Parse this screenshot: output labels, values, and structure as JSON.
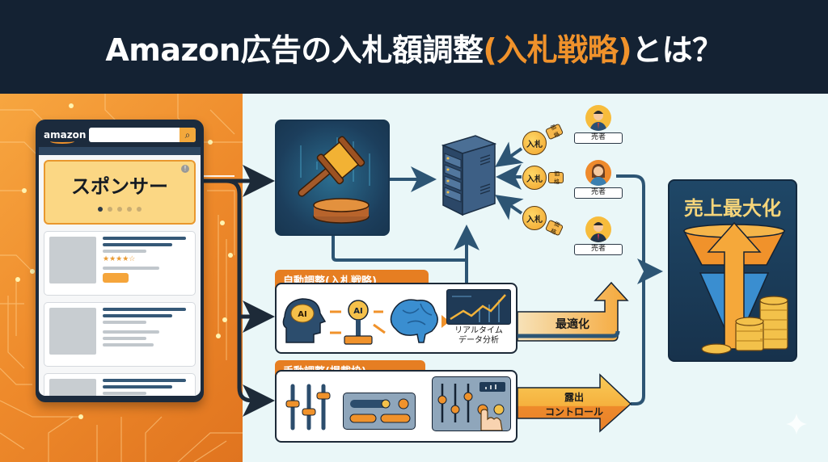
{
  "header": {
    "title_prefix": "Amazon広告の入札額調整",
    "title_accent": "(入札戦略)",
    "title_suffix": "とは？",
    "accent_color": "#f0922b"
  },
  "phone": {
    "logo": "amazon",
    "search_icon": "search-icon",
    "sponsored_label": "スポンサー",
    "carousel_dots": 5,
    "active_dot": 1,
    "products": [
      {
        "stars": "★★★★☆",
        "has_button": true
      },
      {
        "stars": "",
        "has_button": false
      },
      {
        "stars": "",
        "has_button": false
      }
    ]
  },
  "auction": {
    "icon": "gavel-icon"
  },
  "server": {
    "icon": "server-icon"
  },
  "bidders": [
    {
      "bid_label": "入札",
      "tag_label": "価格",
      "seller_label": "売者",
      "avatar": "male"
    },
    {
      "bid_label": "入札",
      "tag_label": "価格",
      "seller_label": "売者",
      "avatar": "female"
    },
    {
      "bid_label": "入札",
      "tag_label": "価格",
      "seller_label": "売者",
      "avatar": "male"
    }
  ],
  "auto_adjust": {
    "title": "自動調整(入札戦略)",
    "ai_label": "AI",
    "chart_caption_line1": "リアルタイム",
    "chart_caption_line2": "データ分析",
    "arrow_label": "最適化"
  },
  "manual_adjust": {
    "title": "手動調整(掲載枠)",
    "arrow_label_line1": "露出",
    "arrow_label_line2": "コントロール"
  },
  "result": {
    "title": "売上最大化"
  },
  "colors": {
    "navy": "#142233",
    "orange": "#e67e22",
    "flow_blue": "#2d5574",
    "gold": "#f6d57a"
  }
}
